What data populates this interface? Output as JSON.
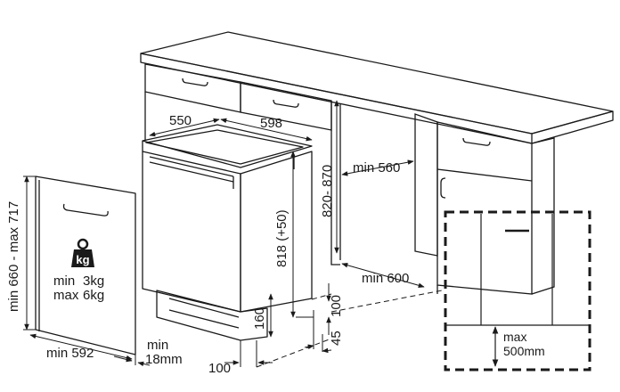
{
  "labels": {
    "worktop_depth": "550",
    "niche_width": "598",
    "min_depth_above": "min 560",
    "height_range": "820- 870",
    "appliance_height": "818 (+50)",
    "panel_height": "min 660 - max 717",
    "panel_width": "min 592",
    "panel_thickness_min": "min",
    "panel_thickness_val": "18mm",
    "plinth_height": "160",
    "plinth_clearance": "100",
    "plinth_depth": "45",
    "plinth_offset": "100",
    "side_min": "min 600",
    "weight_unit": "kg",
    "weight_min_line1": "min",
    "weight_min_line2": "3kg",
    "weight_max_line1": "max",
    "weight_max_line2": "6kg",
    "max_gap_line1": "max",
    "max_gap_line2": "500mm"
  },
  "colors": {
    "line": "#1a1a1a",
    "background": "#ffffff",
    "weight_icon": "#1a1a1a"
  },
  "icons": {
    "weight": "weight-icon"
  }
}
